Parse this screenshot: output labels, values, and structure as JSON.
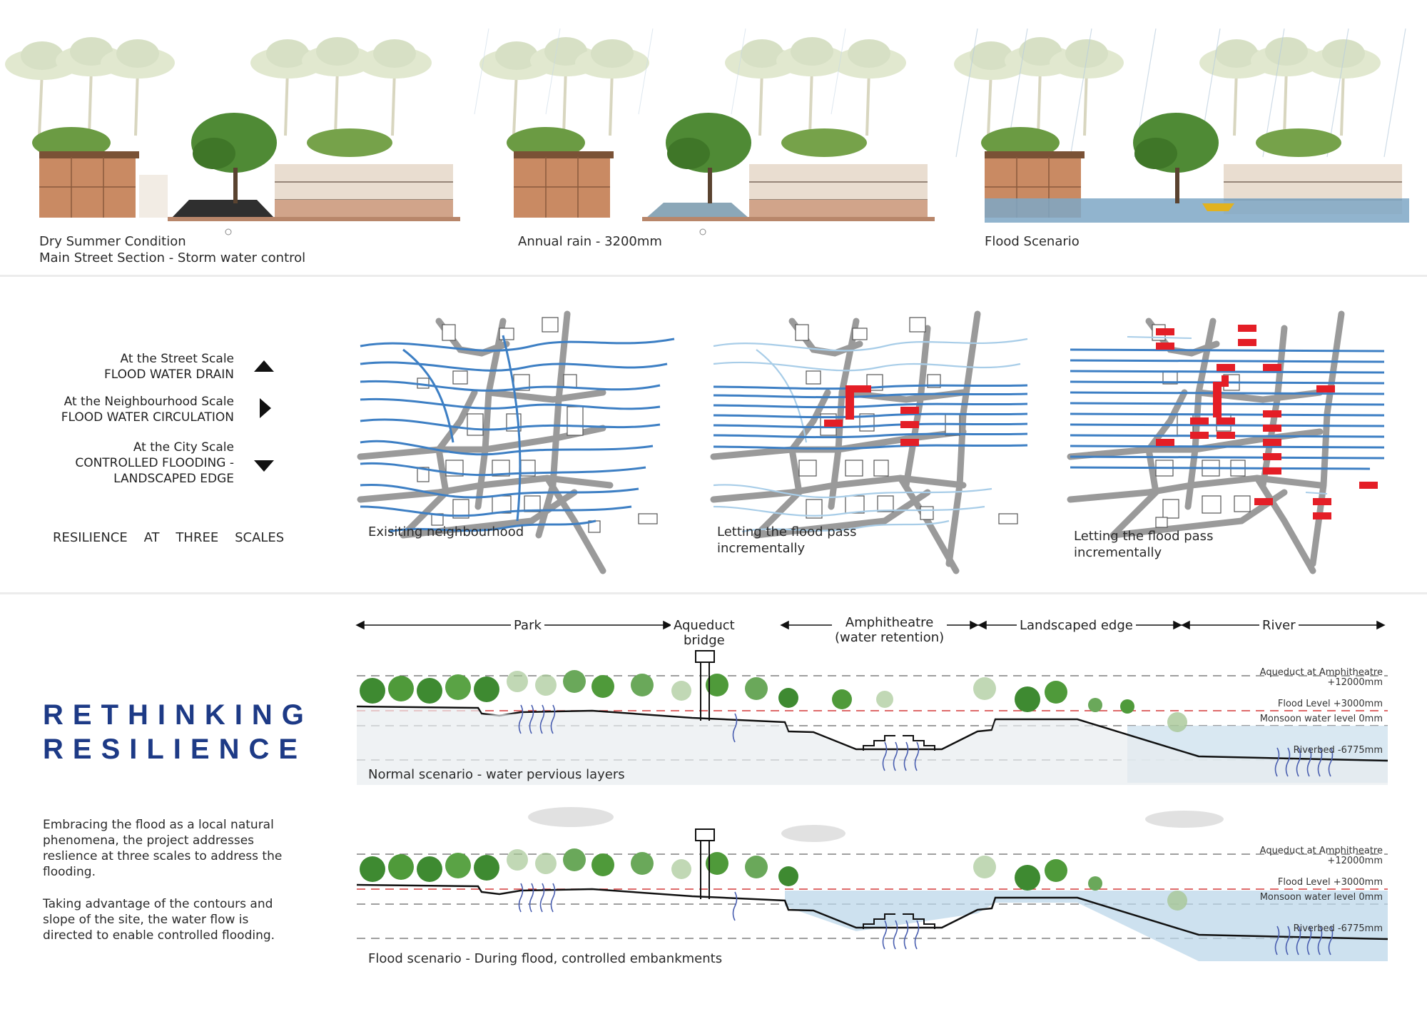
{
  "street_sections": [
    {
      "caption_lines": [
        "Dry Summer Condition",
        "Main Street Section - Storm water control"
      ]
    },
    {
      "caption_lines": [
        "Annual rain - 3200mm"
      ]
    },
    {
      "caption_lines": [
        "Flood Scenario"
      ]
    }
  ],
  "scales": [
    {
      "title": "At the Street Scale",
      "subtitle": "FLOOD WATER DRAIN",
      "icon": "triangle-up-icon"
    },
    {
      "title": "At the Neighbourhood Scale",
      "subtitle": "FLOOD WATER CIRCULATION",
      "icon": "triangle-right-icon"
    },
    {
      "title": "At the City Scale",
      "subtitle": "CONTROLLED FLOODING -",
      "subtitle2": "LANDSCAPED EDGE",
      "icon": "triangle-down-icon"
    }
  ],
  "resilience_label": "RESILIENCE    AT    THREE    SCALES",
  "maps": [
    {
      "caption_lines": [
        "Exisiting neighbourhood"
      ]
    },
    {
      "caption_lines": [
        "Letting the flood pass",
        "incrementally"
      ]
    },
    {
      "caption_lines": [
        "Letting the flood pass",
        "incrementally"
      ]
    }
  ],
  "headline": {
    "line1": "RETHINKING",
    "line2": "RESILIENCE"
  },
  "description": {
    "para1": "Embracing the flood as a local natural phenomena, the project addresses reslience at three scales to address the  flooding.",
    "para2": "Taking advantage of the contours and slope of the site, the water flow is directed to enable controlled flooding."
  },
  "zones": {
    "park": "Park",
    "aqueduct_line1": "Aqueduct",
    "aqueduct_line2": "bridge",
    "amphi_line1": "Amphitheatre",
    "amphi_line2": "(water retention)",
    "landscaped": "Landscaped edge",
    "river": "River"
  },
  "levels": {
    "aqueduct_line1": "Aqueduct at Amphitheatre",
    "aqueduct_line2": "+12000mm",
    "flood": "Flood Level  +3000mm",
    "monsoon": "Monsoon water level   0mm",
    "riverbed": "Riverbed  -6775mm"
  },
  "site_sections": [
    {
      "caption": "Normal scenario - water pervious layers"
    },
    {
      "caption": "Flood scenario - During flood, controlled embankments"
    }
  ],
  "colors": {
    "headline": "#1d3a86",
    "water_line": "#3d7fc4",
    "water_light": "#a8cde8",
    "flood_block": "#e41e26",
    "road": "#9a9a9a",
    "flood_level_dash": "#d33a3a"
  }
}
